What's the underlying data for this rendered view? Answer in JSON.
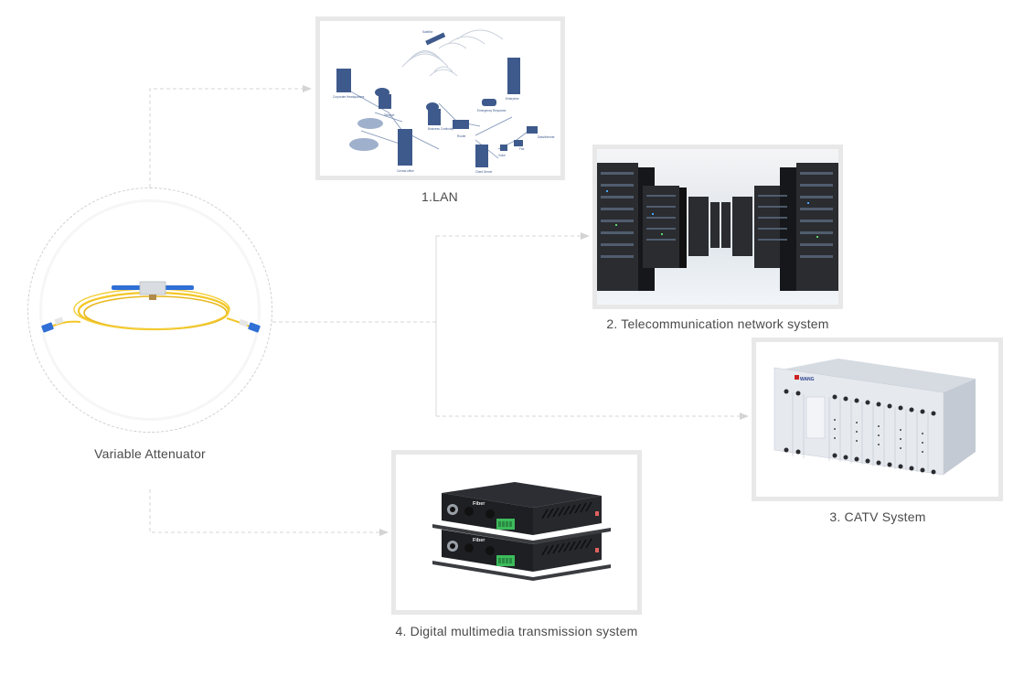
{
  "diagram": {
    "source": {
      "label": "Variable Attenuator",
      "image": "variable-attenuator-patch-cord"
    },
    "applications": [
      {
        "id": "lan",
        "label": "1.LAN",
        "image": "lan-network-illustration"
      },
      {
        "id": "telecom",
        "label": "2. Telecommunication network system",
        "image": "server-room-racks"
      },
      {
        "id": "catv",
        "label": "3. CATV System",
        "image": "catv-rack-chassis"
      },
      {
        "id": "digital",
        "label": "4. Digital multimedia transmission system",
        "image": "fiber-media-converters"
      }
    ],
    "lan_labels": {
      "satellite": "Satellite",
      "hq": "Corporate Headquarters",
      "teleport": "Teleport",
      "enterprise": "Enterprise",
      "emergency": "Emergency Response",
      "business": "Business Continuity",
      "router": "Router",
      "central": "Central office",
      "client": "Client Server",
      "voice": "Voice",
      "fax": "Fax",
      "data": "Data/Internet"
    },
    "device_text": {
      "fiber": "Fiber",
      "brand": "WANG"
    },
    "colors": {
      "frame": "#e8e8e8",
      "connector": "#d4d4d4",
      "text": "#4a4a4a",
      "lan_blue": "#3e5a8c",
      "fiber_yellow": "#f3c626",
      "connector_blue": "#2f6fd6",
      "terminal_green": "#3dbb5c"
    }
  }
}
